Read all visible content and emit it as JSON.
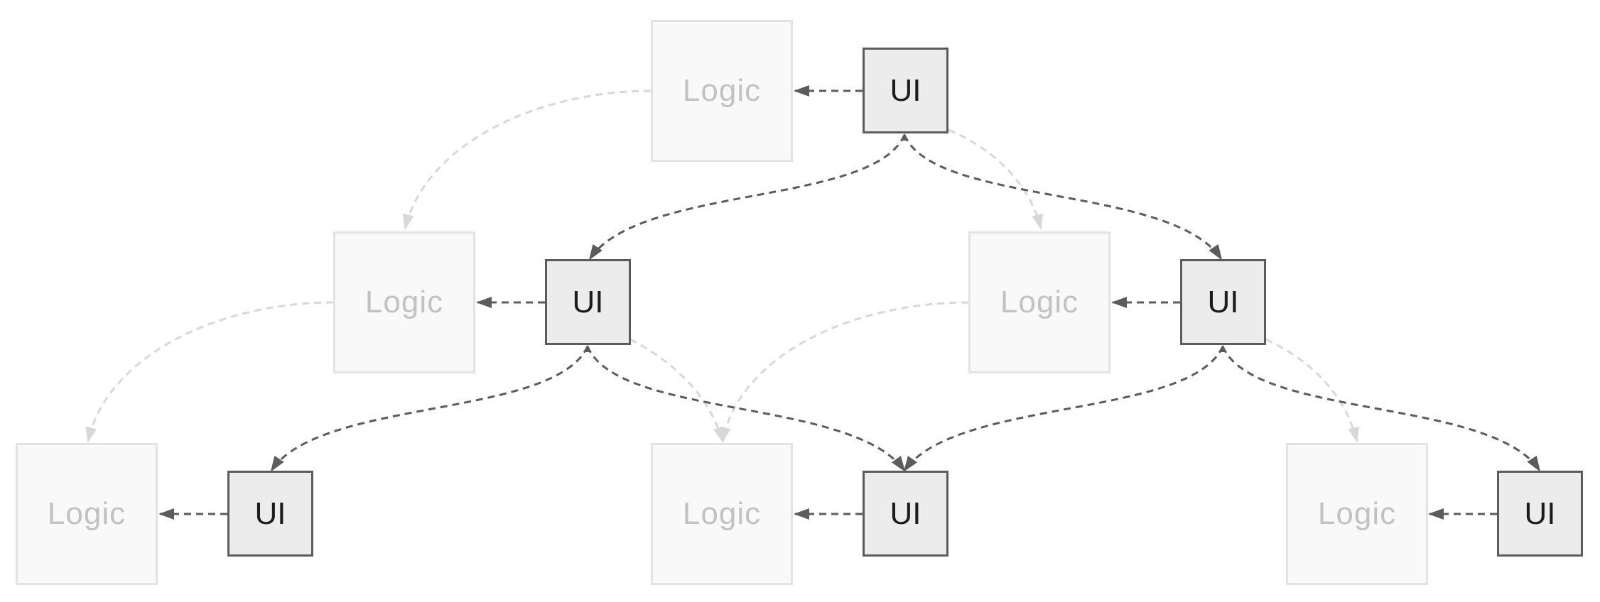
{
  "diagram": {
    "colors": {
      "edge_active": "#5c5c5c",
      "edge_faded": "#d8d8d8",
      "ui_fill": "#ececec",
      "ui_border": "#5c5c5c",
      "logic_fill": "#f9f9f9",
      "logic_border": "#e3e3e3",
      "logic_text": "#c2c2c2",
      "ui_text": "#1c1c1c"
    },
    "nodes": {
      "logic_top": "Logic",
      "ui_top": "UI",
      "logic_mid_left": "Logic",
      "ui_mid_left": "UI",
      "logic_mid_right": "Logic",
      "ui_mid_right": "UI",
      "logic_bottom_1": "Logic",
      "ui_bottom_1": "UI",
      "logic_bottom_2": "Logic",
      "ui_bottom_2": "UI",
      "logic_bottom_3": "Logic",
      "ui_bottom_3": "UI"
    }
  }
}
